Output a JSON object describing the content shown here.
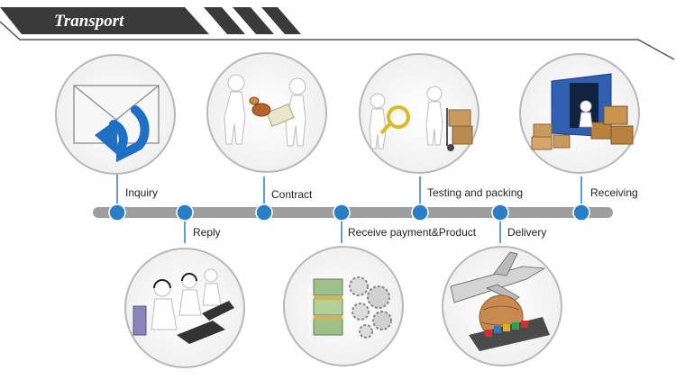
{
  "header": {
    "title": "Transport"
  },
  "colors": {
    "header": "#3a3a3a",
    "timeline": "#9e9e9e",
    "node": "#2a7fc4",
    "circle_border": "#b8b8b8"
  },
  "steps": [
    {
      "label": "Inquiry",
      "icon": "envelope-reply-icon"
    },
    {
      "label": "Reply",
      "icon": "call-center-icon"
    },
    {
      "label": "Contract",
      "icon": "contract-handshake-icon"
    },
    {
      "label": "Receive payment&Product",
      "icon": "money-gears-icon"
    },
    {
      "label": "Testing and packing",
      "icon": "inspection-icon"
    },
    {
      "label": "Delivery",
      "icon": "globe-shipping-icon"
    },
    {
      "label": "Receiving",
      "icon": "container-boxes-icon"
    }
  ]
}
